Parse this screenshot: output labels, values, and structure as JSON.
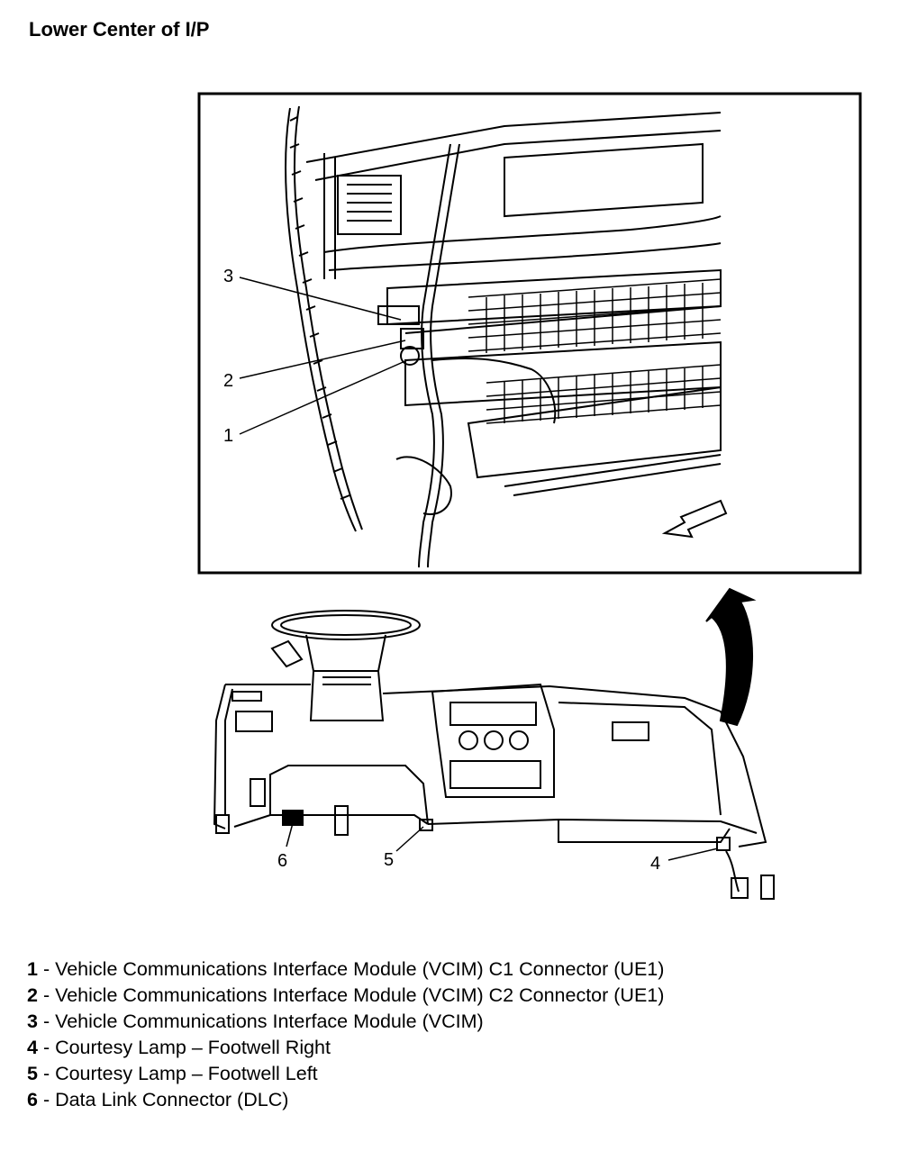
{
  "title": "Lower Center of I/P",
  "callouts": {
    "c1": "1",
    "c2": "2",
    "c3": "3",
    "c4": "4",
    "c5": "5",
    "c6": "6"
  },
  "legend": [
    {
      "num": "1",
      "text": " - Vehicle Communications Interface Module (VCIM) C1 Connector (UE1)"
    },
    {
      "num": "2",
      "text": " - Vehicle Communications Interface Module (VCIM) C2 Connector (UE1)"
    },
    {
      "num": "3",
      "text": " - Vehicle Communications Interface Module (VCIM)"
    },
    {
      "num": "4",
      "text": " - Courtesy Lamp – Footwell Right"
    },
    {
      "num": "5",
      "text": " - Courtesy Lamp – Footwell Left"
    },
    {
      "num": "6",
      "text": " - Data Link Connector (DLC)"
    }
  ]
}
